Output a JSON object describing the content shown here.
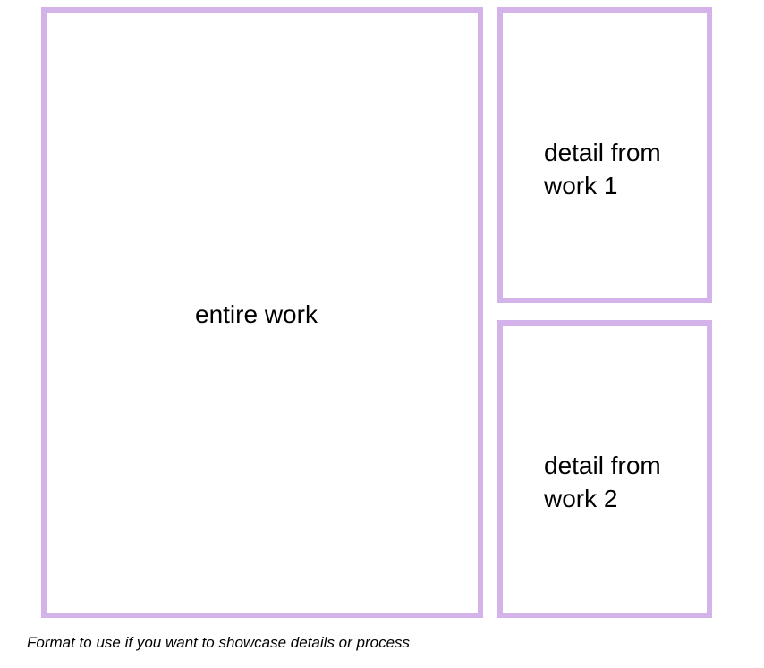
{
  "layout": {
    "main_panel": {
      "label": "entire work"
    },
    "detail_panels": [
      {
        "label_line_1": "detail from",
        "label_line_2": "work 1"
      },
      {
        "label_line_1": "detail from",
        "label_line_2": "work 2"
      }
    ]
  },
  "caption": "Format to use if you want to showcase details or process",
  "colors": {
    "border": "#d4b3ea",
    "background": "#ffffff",
    "text": "#000000"
  }
}
